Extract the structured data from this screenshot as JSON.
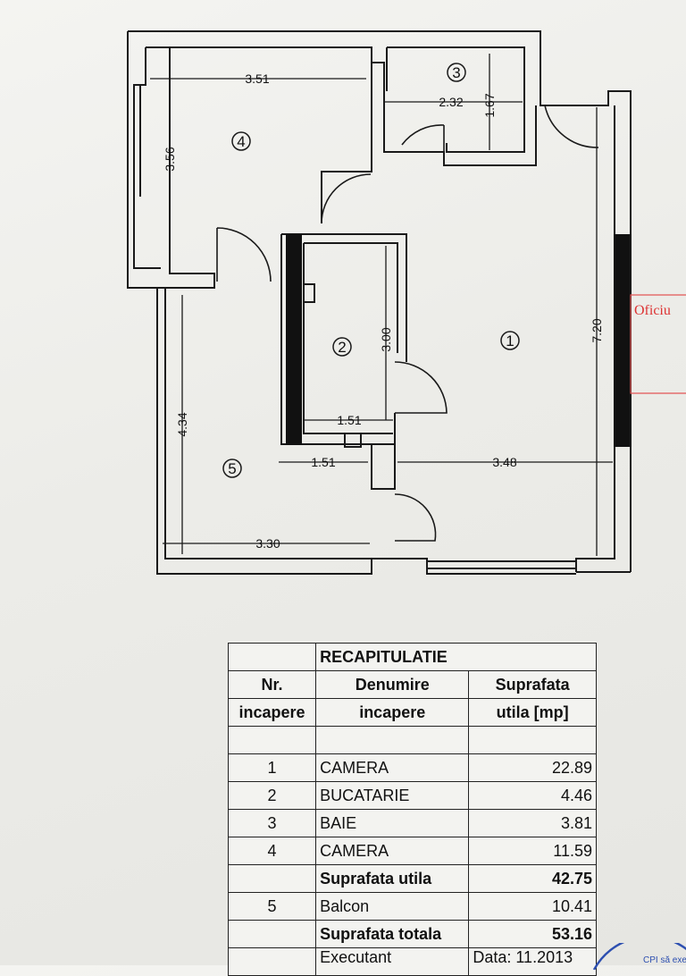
{
  "plan": {
    "rooms": [
      {
        "id": "room-1",
        "label": "1"
      },
      {
        "id": "room-2",
        "label": "2"
      },
      {
        "id": "room-3",
        "label": "3"
      },
      {
        "id": "room-4",
        "label": "4"
      },
      {
        "id": "room-5",
        "label": "5"
      }
    ],
    "dims": {
      "d_351": "3.51",
      "d_356": "3.56",
      "d_232": "2.32",
      "d_167": "1.67",
      "d_720": "7.20",
      "d_300": "3.00",
      "d_151a": "1.51",
      "d_151b": "1.51",
      "d_348": "3.48",
      "d_434": "4.34",
      "d_330": "3.30"
    },
    "stamp": "Oficiu"
  },
  "table": {
    "title": "RECAPITULATIE",
    "col1": [
      "Nr.",
      "incapere"
    ],
    "col2": [
      "Denumire",
      "incapere"
    ],
    "col3": [
      "Suprafata",
      "utila [mp]"
    ],
    "rows": [
      {
        "nr": "1",
        "name": "CAMERA",
        "area": "22.89"
      },
      {
        "nr": "2",
        "name": "BUCATARIE",
        "area": "4.46"
      },
      {
        "nr": "3",
        "name": "BAIE",
        "area": "3.81"
      },
      {
        "nr": "4",
        "name": "CAMERA",
        "area": "11.59"
      }
    ],
    "subtotal": {
      "label": "Suprafata utila",
      "area": "42.75"
    },
    "balcony": {
      "nr": "5",
      "name": "Balcon",
      "area": "10.41"
    },
    "total": {
      "label": "Suprafata totala",
      "area": "53.16"
    },
    "footer": {
      "executant": "Executant",
      "date": "Data: 11.2013"
    }
  },
  "seal": "CPI să exe"
}
